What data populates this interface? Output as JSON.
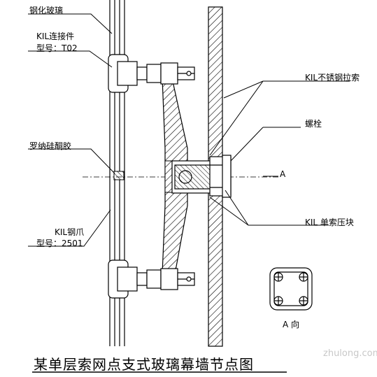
{
  "labels": {
    "tempered_glass": "钢化玻璃",
    "connector": "KIL连接件",
    "connector_model": "型号：T02",
    "silicone": "罗纳硅酮胶",
    "claw": "KIL钢爪",
    "claw_model": "型号：2501",
    "steel_cable": "KIL不锈钢拉索",
    "bolt": "螺栓",
    "direction_a": "A",
    "cable_clamp": "KIL  单索压块",
    "view_a": "A 向"
  },
  "title": "某单层索网点支式玻璃幕墙节点图",
  "watermark": "zhulong.com"
}
